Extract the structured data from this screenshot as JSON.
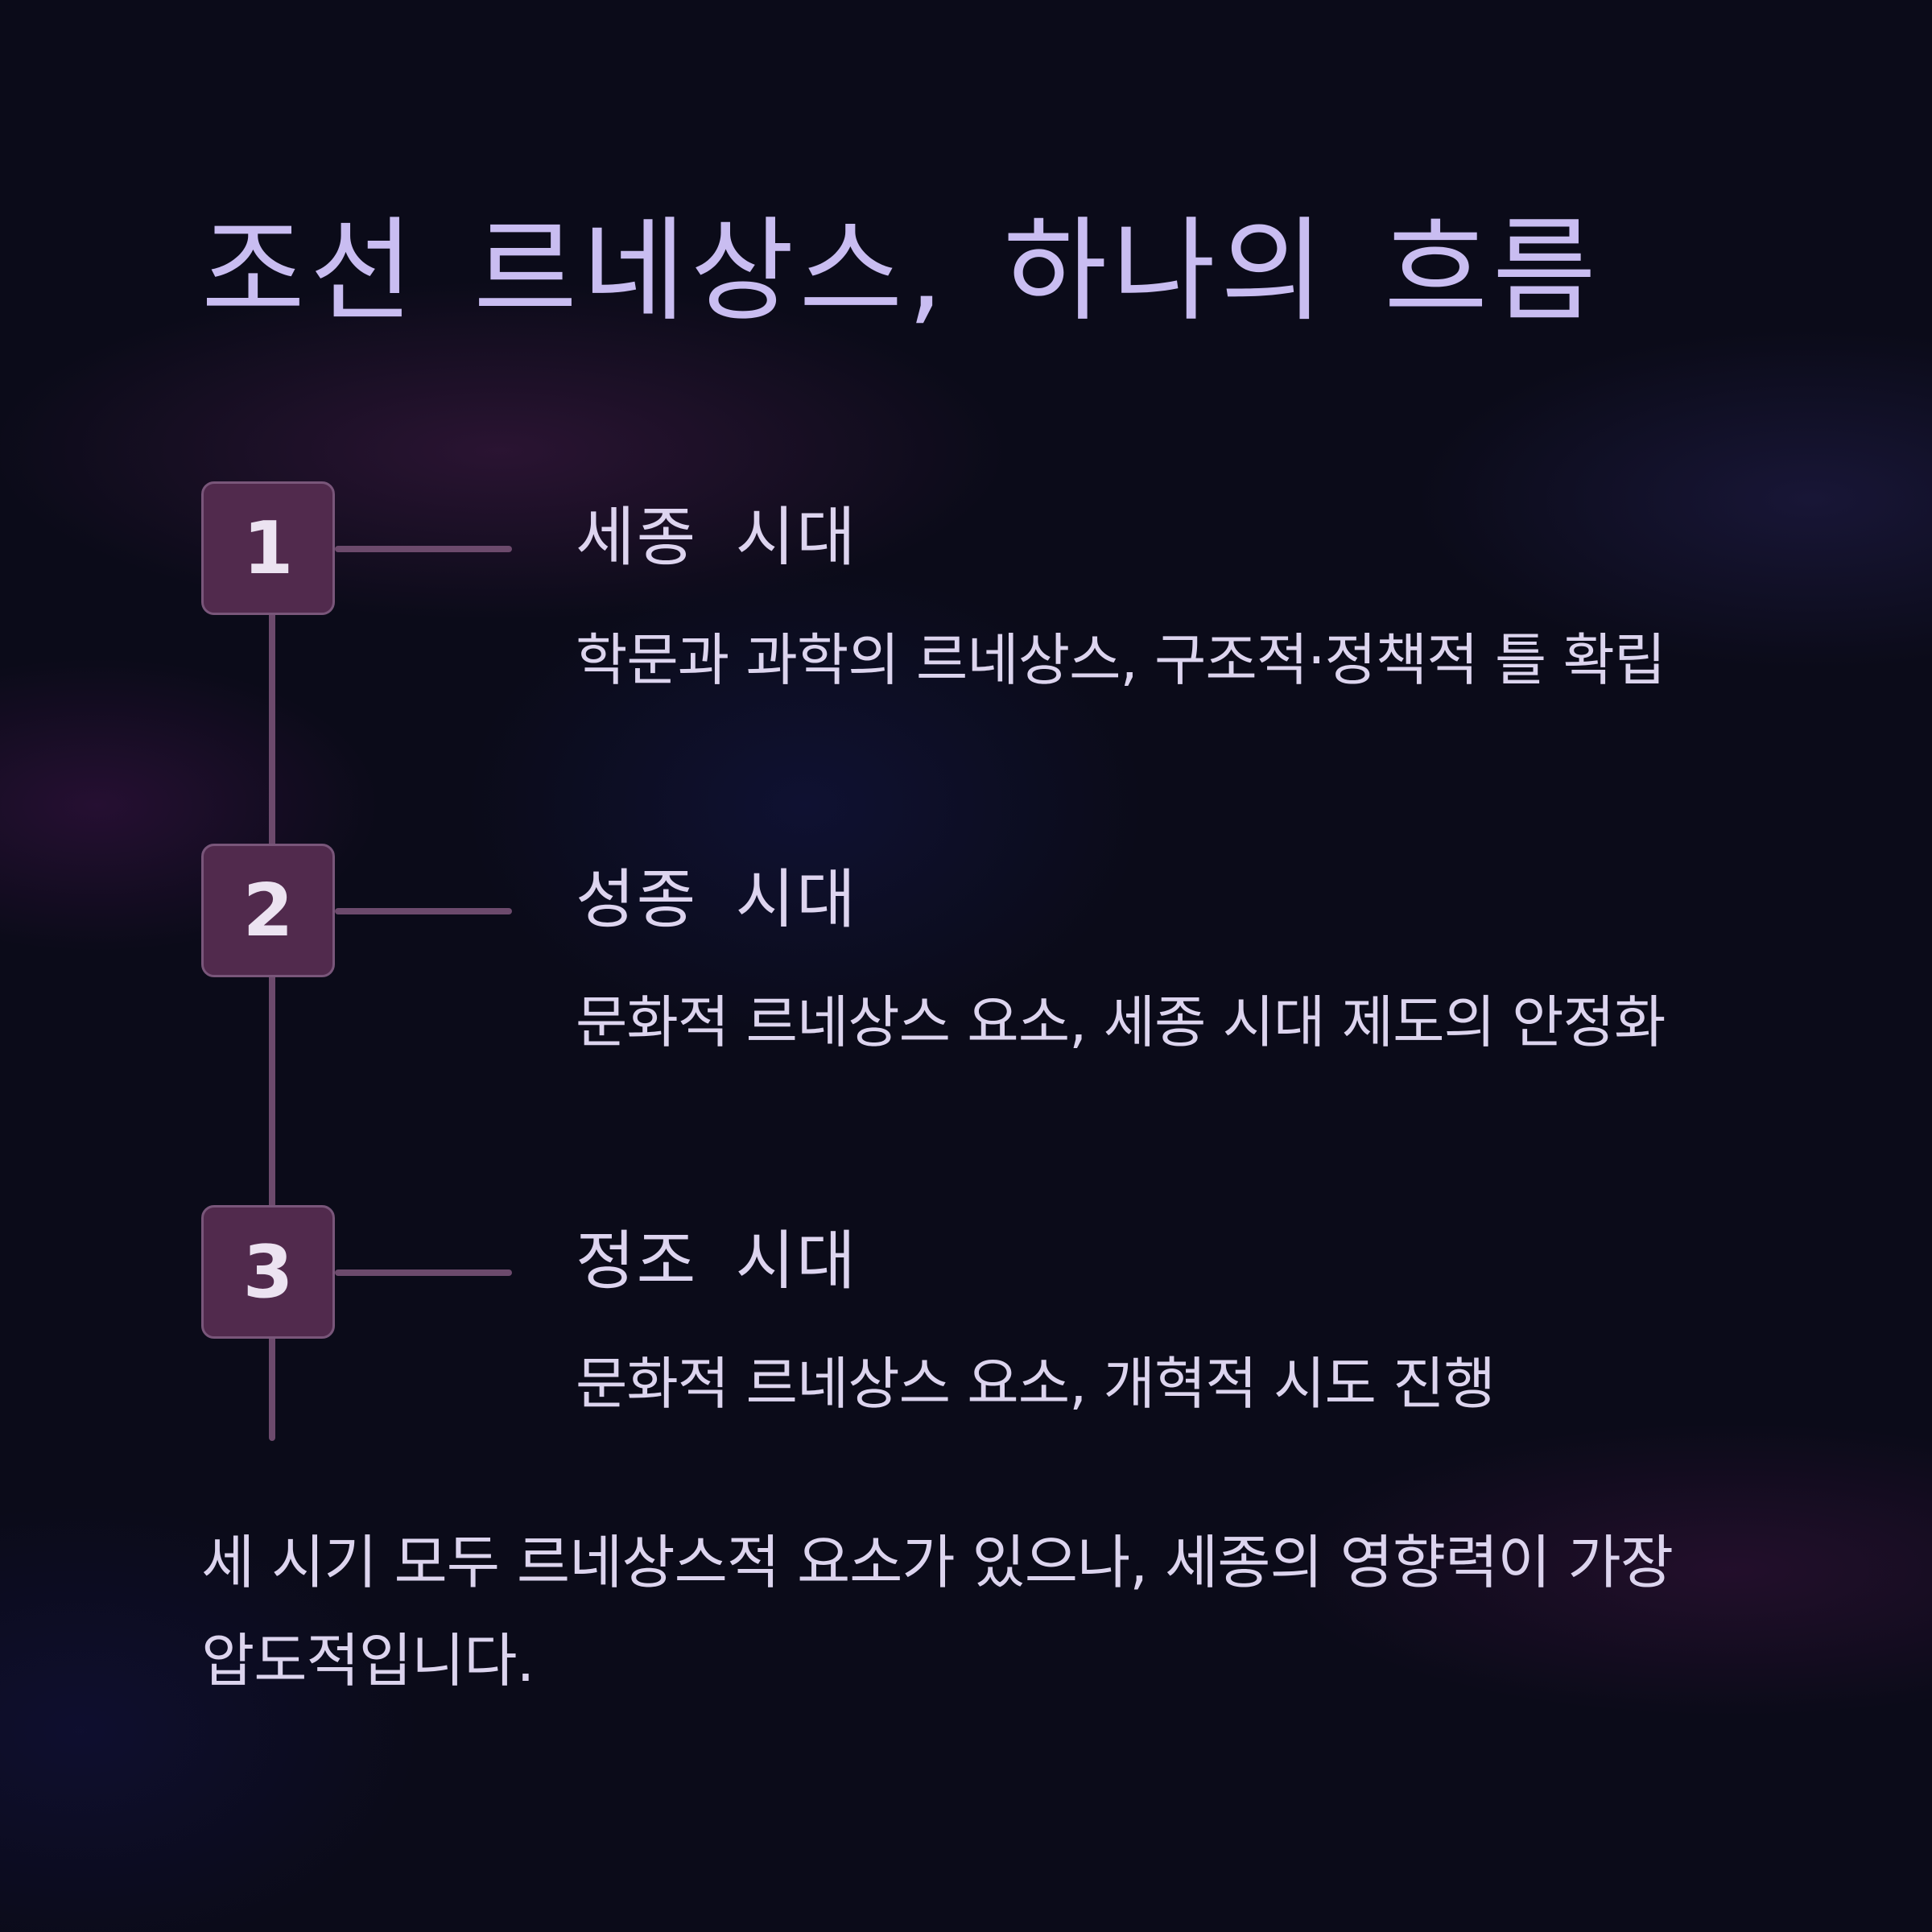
{
  "title": "조선 르네상스, 하나의 흐름",
  "steps": [
    {
      "number": "1",
      "title": "세종 시대",
      "description": "학문과 과학의 르네상스, 구조적·정책적 틀 확립"
    },
    {
      "number": "2",
      "title": "성종 시대",
      "description": "문화적 르네상스 요소, 세종 시대 제도의 안정화"
    },
    {
      "number": "3",
      "title": "정조 시대",
      "description": "문화적 르네상스 요소, 개혁적 시도 진행"
    }
  ],
  "summary": "세 시기 모두 르네상스적 요소가 있으나, 세종의 영향력이 가장 압도적입니다.",
  "colors": {
    "background": "#0b0b19",
    "title": "#c9bdf1",
    "badge_fill": "#512a4d",
    "badge_border": "#79567a",
    "line": "#6c4a6c",
    "text": "#dcd4ee"
  }
}
